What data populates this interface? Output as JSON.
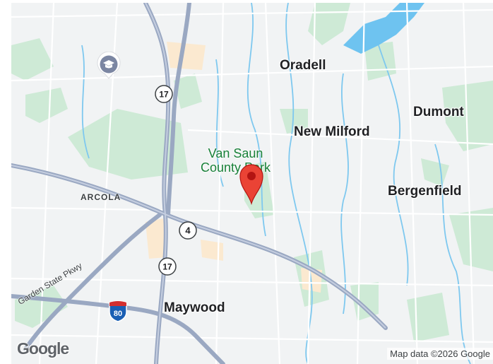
{
  "map": {
    "places": {
      "oradell": "Oradell",
      "dumont": "Dumont",
      "new_milford": "New Milford",
      "bergenfield": "Bergenfield",
      "maywood": "Maywood",
      "arcola": "ARCOLA"
    },
    "park": {
      "line1": "Van Saun",
      "line2": "County Park"
    },
    "roads": {
      "garden_state": "Garden State Pkwy"
    },
    "shields": {
      "route17_a": "17",
      "route17_b": "17",
      "route4": "4",
      "interstate80": "80"
    },
    "attribution": "Map data ©2026 Google",
    "logo": "Google"
  },
  "colors": {
    "land": "#f1f3f4",
    "park": "#ceead6",
    "water": "#4fb3e8",
    "highway": "#8e9cb6",
    "pin": "#ea4335"
  },
  "icons": {
    "poi": "school-icon",
    "pin": "map-pin-icon"
  }
}
